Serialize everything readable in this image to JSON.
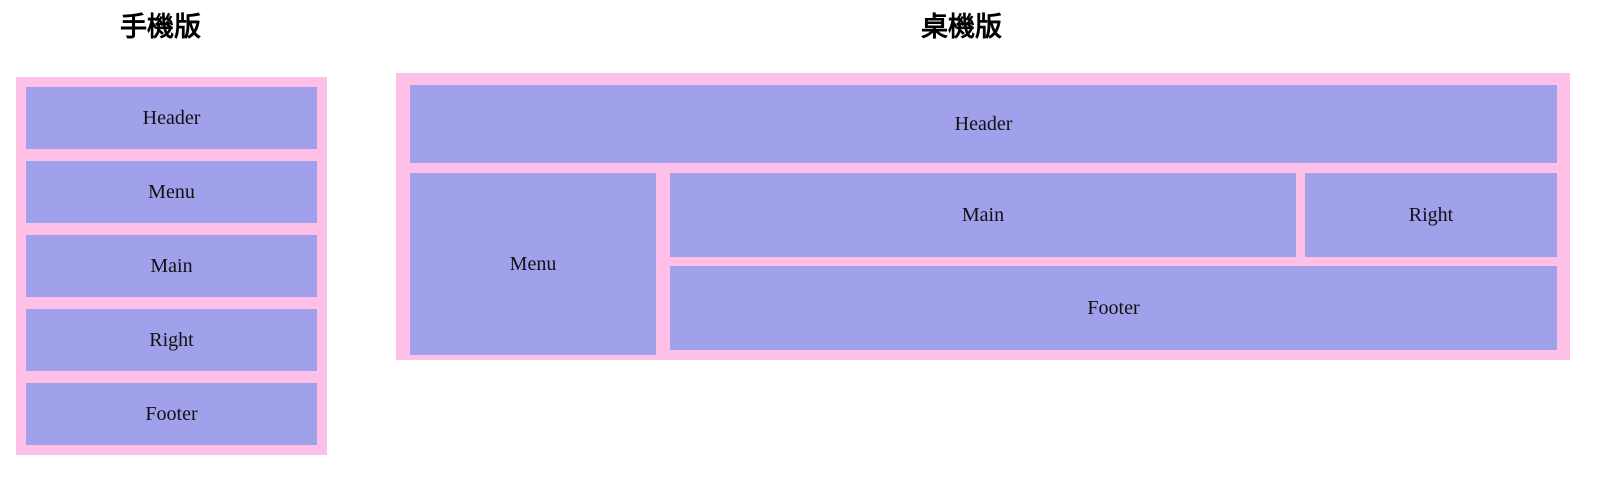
{
  "page": {
    "background_color": "#ffffff",
    "box_fill_color": "#a0a0eb",
    "container_fill_color": "#ffc0e8",
    "label_text_color": "#111111",
    "title_text_color": "#000000"
  },
  "sections": [
    {
      "id": "mobile",
      "title": "手機版",
      "layout": "stacked-single-column",
      "regions": [
        {
          "id": "header",
          "label": "Header"
        },
        {
          "id": "menu",
          "label": "Menu"
        },
        {
          "id": "main",
          "label": "Main"
        },
        {
          "id": "right",
          "label": "Right"
        },
        {
          "id": "footer",
          "label": "Footer"
        }
      ]
    },
    {
      "id": "desktop",
      "title": "桌機版",
      "layout": "header-over-three-column-with-footer",
      "regions": [
        {
          "id": "header",
          "label": "Header"
        },
        {
          "id": "menu",
          "label": "Menu"
        },
        {
          "id": "main",
          "label": "Main"
        },
        {
          "id": "right",
          "label": "Right"
        },
        {
          "id": "footer",
          "label": "Footer"
        }
      ]
    }
  ]
}
